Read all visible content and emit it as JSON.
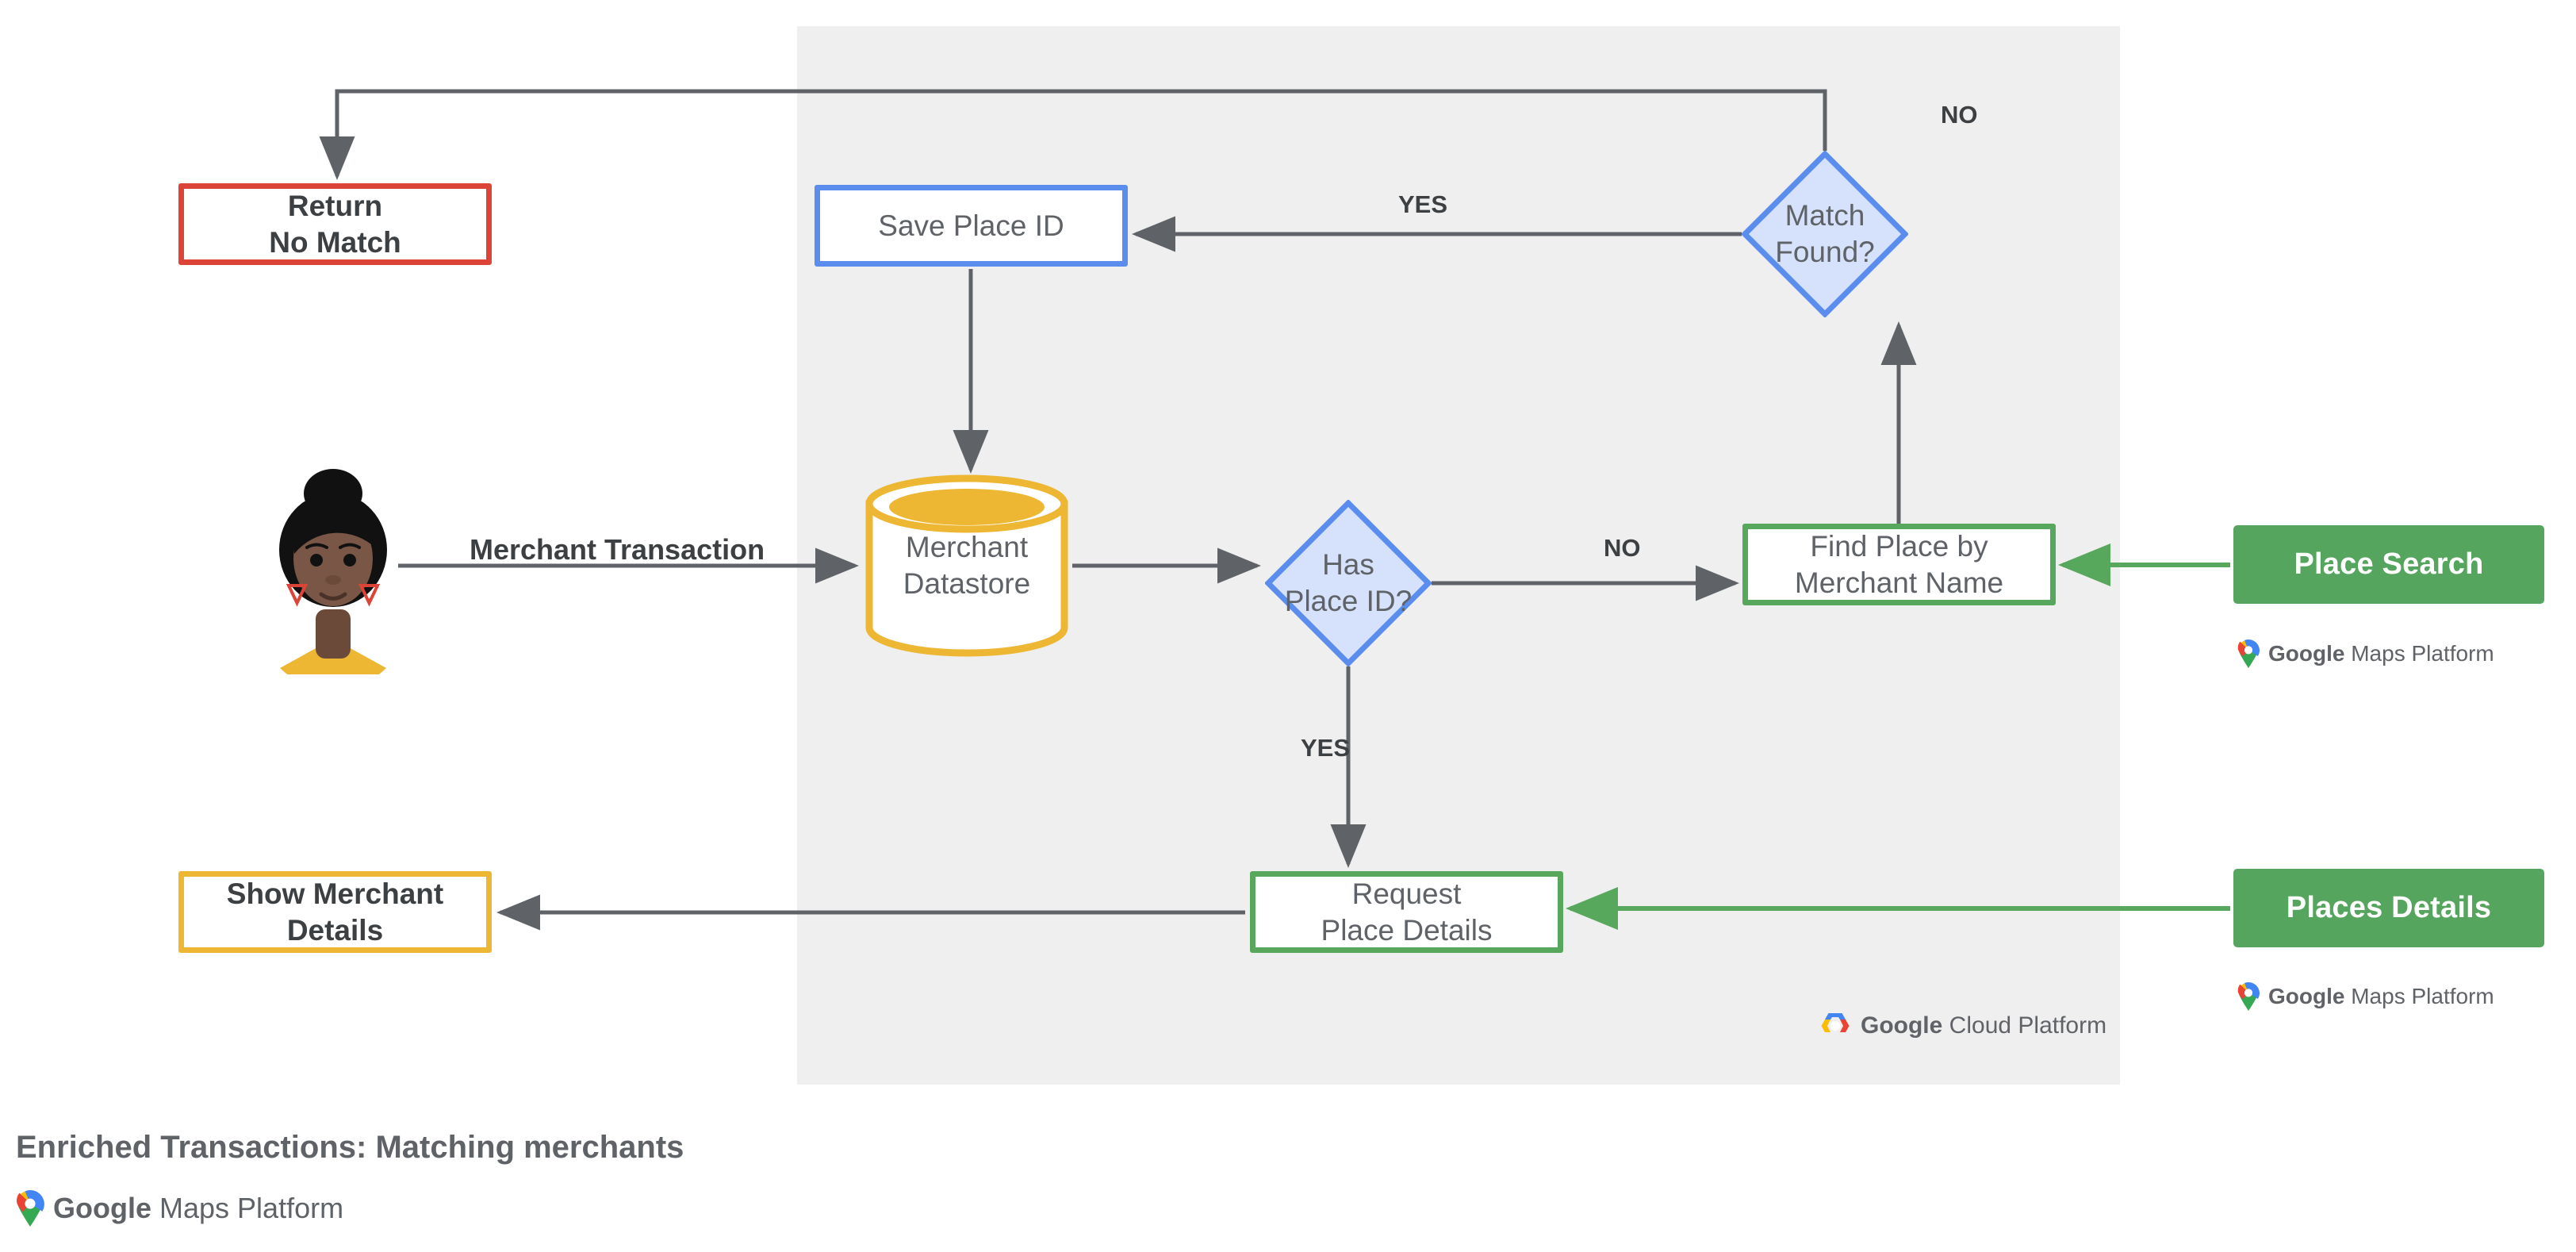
{
  "diagram": {
    "title": "Enriched Transactions: Matching merchants",
    "platform_panel_label": "Google Cloud Platform",
    "nodes": {
      "return_no_match": "Return\nNo Match",
      "save_place_id": "Save Place ID",
      "match_found": "Match\nFound?",
      "merchant_datastore": "Merchant\nDatastore",
      "has_place_id": "Has\nPlace ID?",
      "find_place": "Find Place by\nMerchant Name",
      "request_place_details": "Request\nPlace Details",
      "show_merchant_details": "Show Merchant\nDetails"
    },
    "api_chips": [
      {
        "label": "Place Search",
        "brand": "Google Maps Platform"
      },
      {
        "label": "Places Details",
        "brand": "Google Maps Platform"
      }
    ],
    "edge_labels": {
      "merchant_transaction": "Merchant Transaction",
      "yes_match_found": "YES",
      "no_match_found": "NO",
      "no_has_place_id": "NO",
      "yes_has_place_id": "YES"
    },
    "brand": {
      "maps_platform_google": "Google",
      "maps_platform_suffix": " Maps Platform",
      "cloud_platform_google": "Google",
      "cloud_platform_suffix": " Cloud Platform"
    },
    "colors": {
      "panel_background": "#efefef",
      "red_border": "#db4437",
      "blue_border": "#5b8def",
      "blue_fill": "#d6e2fb",
      "green_border": "#57a75d",
      "green_fill": "#55a55e",
      "amber_border": "#edb734",
      "connector": "#5f6368",
      "text": "#5f6368"
    }
  }
}
